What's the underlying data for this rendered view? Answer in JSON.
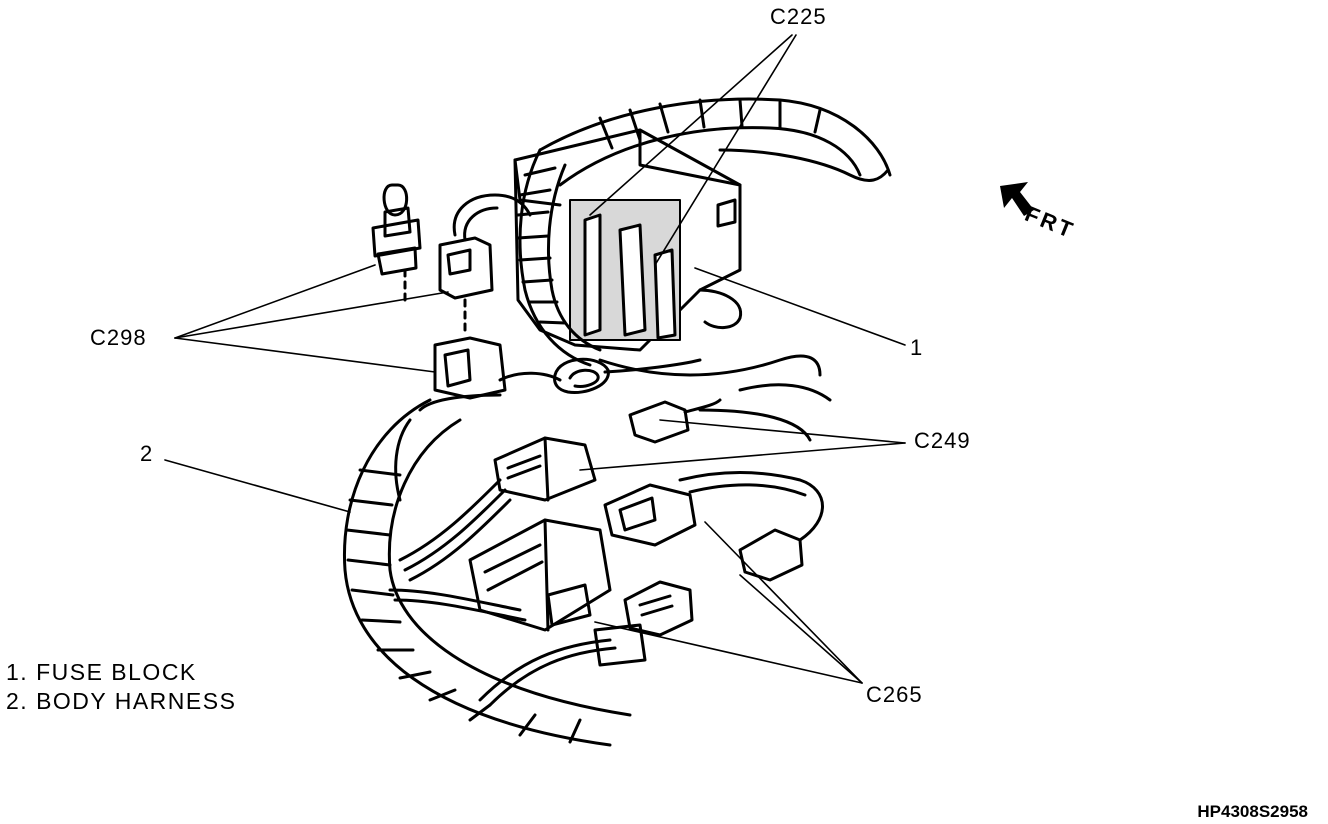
{
  "callouts": {
    "c225": "C225",
    "c298": "C298",
    "c249": "C249",
    "c265": "C265",
    "item1": "1",
    "item2": "2"
  },
  "direction": {
    "label": "FRT",
    "icon": "front-arrow-icon"
  },
  "legend": {
    "items": [
      "1. FUSE BLOCK",
      "2. BODY HARNESS"
    ]
  },
  "figure_id": "HP4308S2958"
}
